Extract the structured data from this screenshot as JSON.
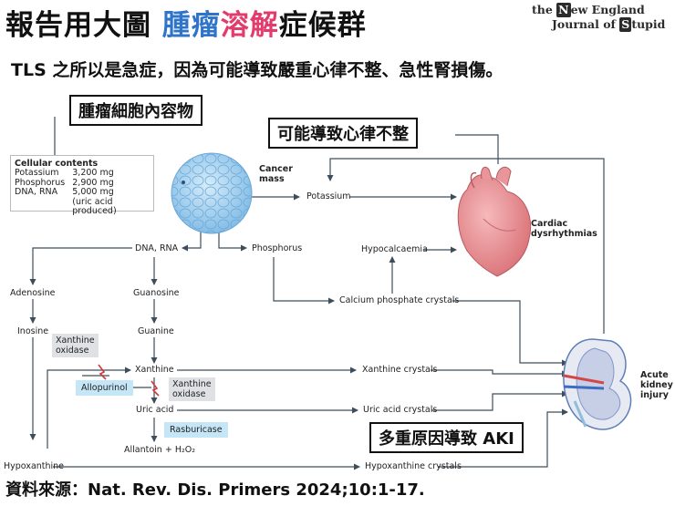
{
  "header": {
    "title_part1": "報告用大圖 ",
    "title_part2": "腫瘤",
    "title_part3": "溶解",
    "title_part4": "症候群",
    "journal_line1": [
      "the ",
      "N",
      "ew England"
    ],
    "journal_line2": [
      "Journal of ",
      "S",
      "tupid"
    ]
  },
  "subtitle": "TLS 之所以是急症，因為可能導致嚴重心律不整、急性腎損傷。",
  "callouts": {
    "contents": "腫瘤細胞內容物",
    "arrhythmia": "可能導致心律不整",
    "aki": "多重原因導致 AKI"
  },
  "cell_contents": {
    "heading": "Cellular contents",
    "rows": [
      {
        "name": "Potassium",
        "value": "3,200 mg"
      },
      {
        "name": "Phosphorus",
        "value": "2,900 mg"
      },
      {
        "name": "DNA, RNA",
        "value": "5,000 mg"
      },
      {
        "name": "",
        "value": "(uric acid produced)"
      }
    ]
  },
  "nodes": {
    "cancer_mass": [
      "Cancer",
      "mass"
    ],
    "potassium": "Potassium",
    "dna_rna": "DNA, RNA",
    "phosphorus": "Phosphorus",
    "hypocalcaemia": "Hypocalcaemia",
    "cardiac": [
      "Cardiac",
      "dysrhythmias"
    ],
    "adenosine": "Adenosine",
    "guanosine": "Guanosine",
    "inosine": "Inosine",
    "guanine": "Guanine",
    "calcium_phosphate": "Calcium phosphate crystals",
    "xanthine": "Xanthine",
    "xanthine_crystals": "Xanthine crystals",
    "uric_acid": "Uric acid",
    "uric_acid_crystals": "Uric acid crystals",
    "allantoin": "Allantoin + H₂O₂",
    "hypoxanthine": "Hypoxanthine",
    "hypoxanthine_crystals": "Hypoxanthine crystals",
    "aki": [
      "Acute",
      "kidney",
      "injury"
    ]
  },
  "enzymes": {
    "xanthine_oxidase_1": [
      "Xanthine",
      "oxidase"
    ],
    "xanthine_oxidase_2": [
      "Xanthine",
      "oxidase"
    ],
    "allopurinol": "Allopurinol",
    "rasburicase": "Rasburicase"
  },
  "source": "資料來源：Nat. Rev. Dis. Primers 2024;10:1-17.",
  "colors": {
    "title_blue": "#2f74c9",
    "title_pink": "#e23c6c",
    "arrow": "#3d4d5c",
    "cell_blue": "#9ccbeb",
    "heart_red": "#e58a8e",
    "kidney_blue": "#5d7fb6",
    "enzyme_grey": "#dfe1e4",
    "drug_blue": "#c5e6f7"
  }
}
